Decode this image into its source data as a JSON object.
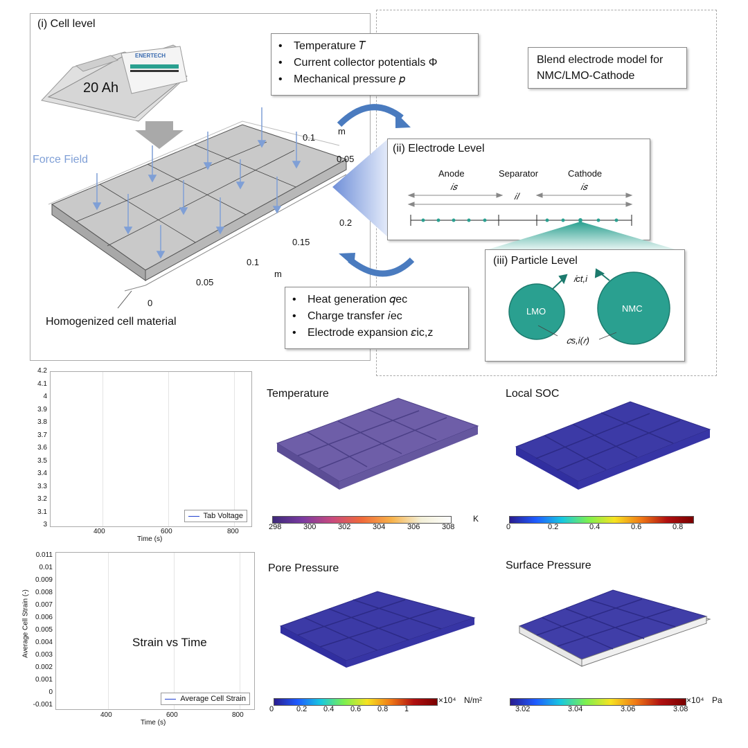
{
  "cell_level": {
    "title": "(i) Cell level",
    "capacity": "20 Ah",
    "logo_text": "ENERTECH",
    "force_field": "Force Field",
    "homogenized": "Homogenized cell material",
    "axis_unit_m": "m",
    "axis_ticks_right": [
      "0.1",
      "0.05"
    ],
    "axis_ticks_front": [
      "0.2",
      "0.15",
      "0.1",
      "0.05",
      "0"
    ]
  },
  "inputs_box": {
    "items": [
      "Temperature 𝑇",
      "Current collector potentials Φ",
      "Mechanical pressure 𝑝"
    ]
  },
  "blend_box": {
    "line1": "Blend electrode model for",
    "line2": "NMC/LMO-Cathode"
  },
  "electrode": {
    "title": "(ii) Electrode Level",
    "anode": "Anode",
    "separator": "Separator",
    "cathode": "Cathode",
    "i_s": "𝑖𝑠",
    "i_l": "𝑖𝑙"
  },
  "particle": {
    "title": "(iii) Particle Level",
    "lmo": "LMO",
    "nmc": "NMC",
    "i_ct": "𝑖ct,i",
    "c_s": "𝑐s,i(𝑟)"
  },
  "outputs_box": {
    "items": [
      "Heat generation 𝑞ec",
      "Charge transfer 𝑖ec",
      "Electrode expansion 𝜀ic,z"
    ]
  },
  "plot_voltage": {
    "y_ticks": [
      "4.2",
      "4.1",
      "4",
      "3.9",
      "3.8",
      "3.7",
      "3.6",
      "3.5",
      "3.4",
      "3.3",
      "3.2",
      "3.1",
      "3"
    ],
    "x_ticks": [
      "400",
      "600",
      "800"
    ],
    "xlabel": "Time (s)",
    "legend": "Tab Voltage"
  },
  "plot_strain": {
    "y_ticks": [
      "0.011",
      "0.01",
      "0.009",
      "0.008",
      "0.007",
      "0.006",
      "0.005",
      "0.004",
      "0.003",
      "0.002",
      "0.001",
      "0",
      "-0.001"
    ],
    "x_ticks": [
      "400",
      "600",
      "800"
    ],
    "xlabel": "Time (s)",
    "ylabel": "Average Cell Strain (-)",
    "legend": "Average Cell Strain",
    "center_text": "Strain vs Time"
  },
  "panels": {
    "temperature": {
      "title": "Temperature",
      "ticks": [
        "298",
        "300",
        "302",
        "304",
        "306",
        "308"
      ],
      "unit": "K"
    },
    "soc": {
      "title": "Local SOC",
      "ticks": [
        "0",
        "0.2",
        "0.4",
        "0.6",
        "0.8"
      ]
    },
    "pore": {
      "title": "Pore Pressure",
      "ticks": [
        "0",
        "0.2",
        "0.4",
        "0.6",
        "0.8",
        "1"
      ],
      "exp": "×10⁴",
      "unit": "N/m²"
    },
    "surface": {
      "title": "Surface Pressure",
      "ticks": [
        "3.02",
        "3.04",
        "3.06",
        "3.08"
      ],
      "exp": "×10⁴",
      "unit": "Pa"
    }
  },
  "colors": {
    "particle_teal": "#2aa090",
    "arrow_blue": "#4a7bbf",
    "force_blue": "#7f9fd6",
    "cell_grey": "#cfcfcf",
    "plate_purple": "#5d4fa0",
    "plate_blue": "#3e3aa8"
  }
}
